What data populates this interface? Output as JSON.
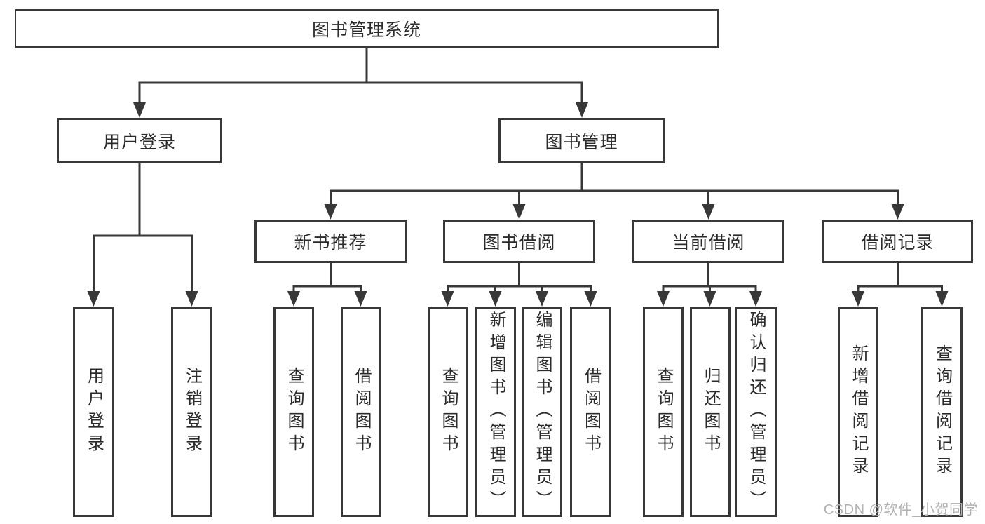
{
  "watermark": {
    "text": "CSDN @软件_小贺同学"
  },
  "colors": {
    "line": "#383838",
    "box_border": "#383838",
    "text": "#2b2b2b",
    "background": "#ffffff",
    "watermark": "#b2b2b2"
  },
  "tree": {
    "label": "图书管理系统",
    "children": [
      {
        "label": "用户登录",
        "children": [
          {
            "label": "用户登录"
          },
          {
            "label": "注销登录"
          }
        ]
      },
      {
        "label": "图书管理",
        "children": [
          {
            "label": "新书推荐",
            "children": [
              {
                "label": "查询图书"
              },
              {
                "label": "借阅图书"
              }
            ]
          },
          {
            "label": "图书借阅",
            "children": [
              {
                "label": "查询图书"
              },
              {
                "label": "新增图书（管理员）"
              },
              {
                "label": "编辑图书（管理员）"
              },
              {
                "label": "借阅图书"
              }
            ]
          },
          {
            "label": "当前借阅",
            "children": [
              {
                "label": "查询图书"
              },
              {
                "label": "归还图书"
              },
              {
                "label": "确认归还（管理员）"
              }
            ]
          },
          {
            "label": "借阅记录",
            "children": [
              {
                "label": "新增借阅记录"
              },
              {
                "label": "查询借阅记录"
              }
            ]
          }
        ]
      }
    ]
  }
}
